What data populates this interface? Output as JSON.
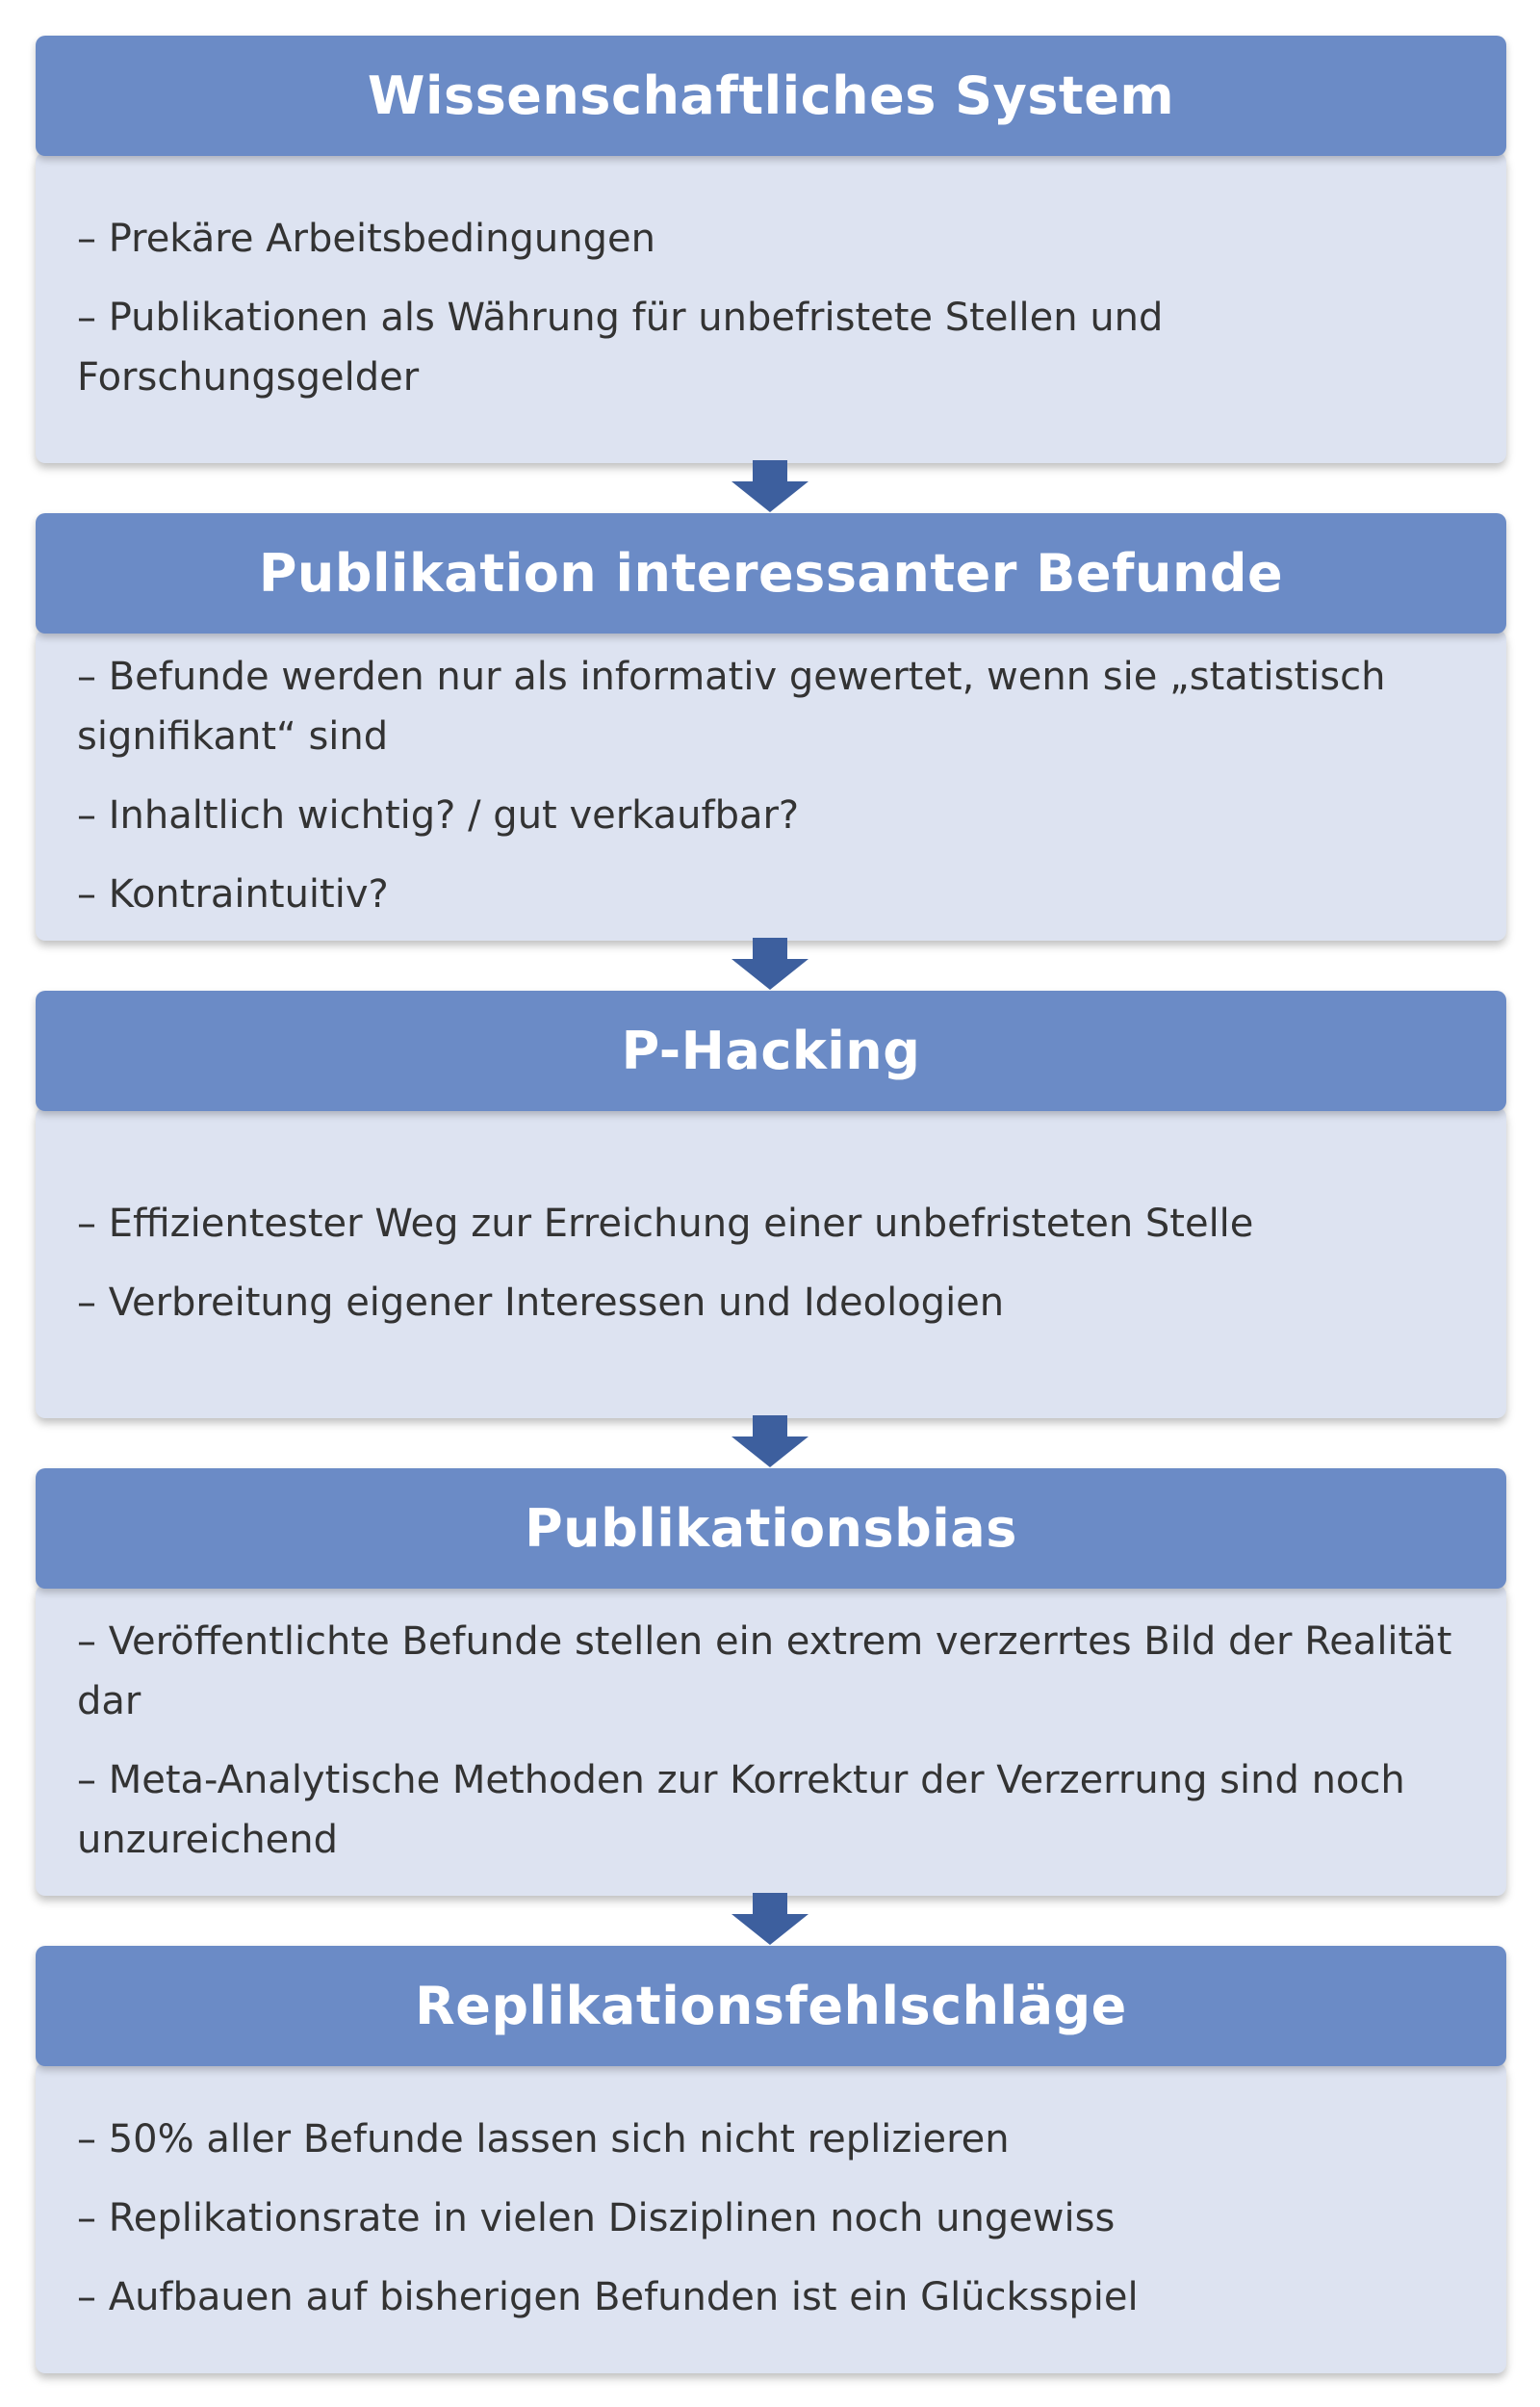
{
  "stages": [
    {
      "title": "Wissenschaftliches System",
      "bullets": [
        "– Prekäre Arbeitsbedingungen",
        "– Publikationen als Währung für unbefristete Stellen und Forschungsgelder"
      ]
    },
    {
      "title": "Publikation interessanter Befunde",
      "bullets": [
        "– Befunde werden nur als informativ gewertet, wenn sie „statistisch signifikant“ sind",
        "– Inhaltlich wichtig? / gut verkaufbar?",
        "– Kontraintuitiv?"
      ]
    },
    {
      "title": "P-Hacking",
      "bullets": [
        "– Effizientester Weg zur Erreichung einer unbefristeten Stelle",
        "– Verbreitung eigener Interessen und Ideologien"
      ]
    },
    {
      "title": "Publikationsbias",
      "bullets": [
        "– Veröffentlichte Befunde stellen ein extrem verzerrtes Bild der Realität dar",
        "– Meta-Analytische Methoden zur Korrektur der Verzerrung sind noch unzureichend"
      ]
    },
    {
      "title": "Replikationsfehlschläge",
      "bullets": [
        "– 50% aller Befunde lassen sich nicht replizieren",
        "– Replikationsrate in vielen Disziplinen noch ungewiss",
        "– Aufbauen auf bisherigen Befunden ist ein Glücksspiel"
      ]
    }
  ],
  "colors": {
    "header": "#6b8bc6",
    "body": "#dde3f1",
    "arrow": "#3d5f9e",
    "title_text": "#ffffff",
    "body_text": "#333333"
  },
  "icons": {
    "connector": "down-arrow-icon"
  }
}
